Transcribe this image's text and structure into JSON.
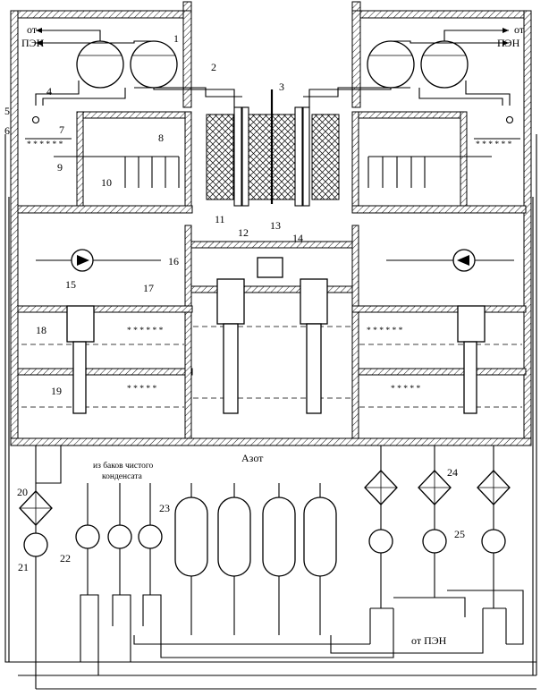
{
  "labels": {
    "from_pen_left": [
      "от",
      "ПЭН"
    ],
    "from_pen_right": [
      "от",
      "ПЭН"
    ],
    "from_pen_bottom": "от ПЭН",
    "nitrogen": "Азот",
    "clean_condensate": [
      "из баков чистого",
      "конденсата"
    ]
  },
  "callouts": [
    "1",
    "2",
    "3",
    "4",
    "5",
    "6",
    "7",
    "8",
    "9",
    "10",
    "11",
    "12",
    "13",
    "14",
    "15",
    "16",
    "17",
    "18",
    "19",
    "20",
    "21",
    "22",
    "23",
    "24",
    "25"
  ],
  "icons": {
    "valve": "bowtie-valve-icon",
    "pump": "circle-pump-icon",
    "heat_exchanger": "diamond-exchanger-icon",
    "tank": "capsule-tank-icon"
  }
}
